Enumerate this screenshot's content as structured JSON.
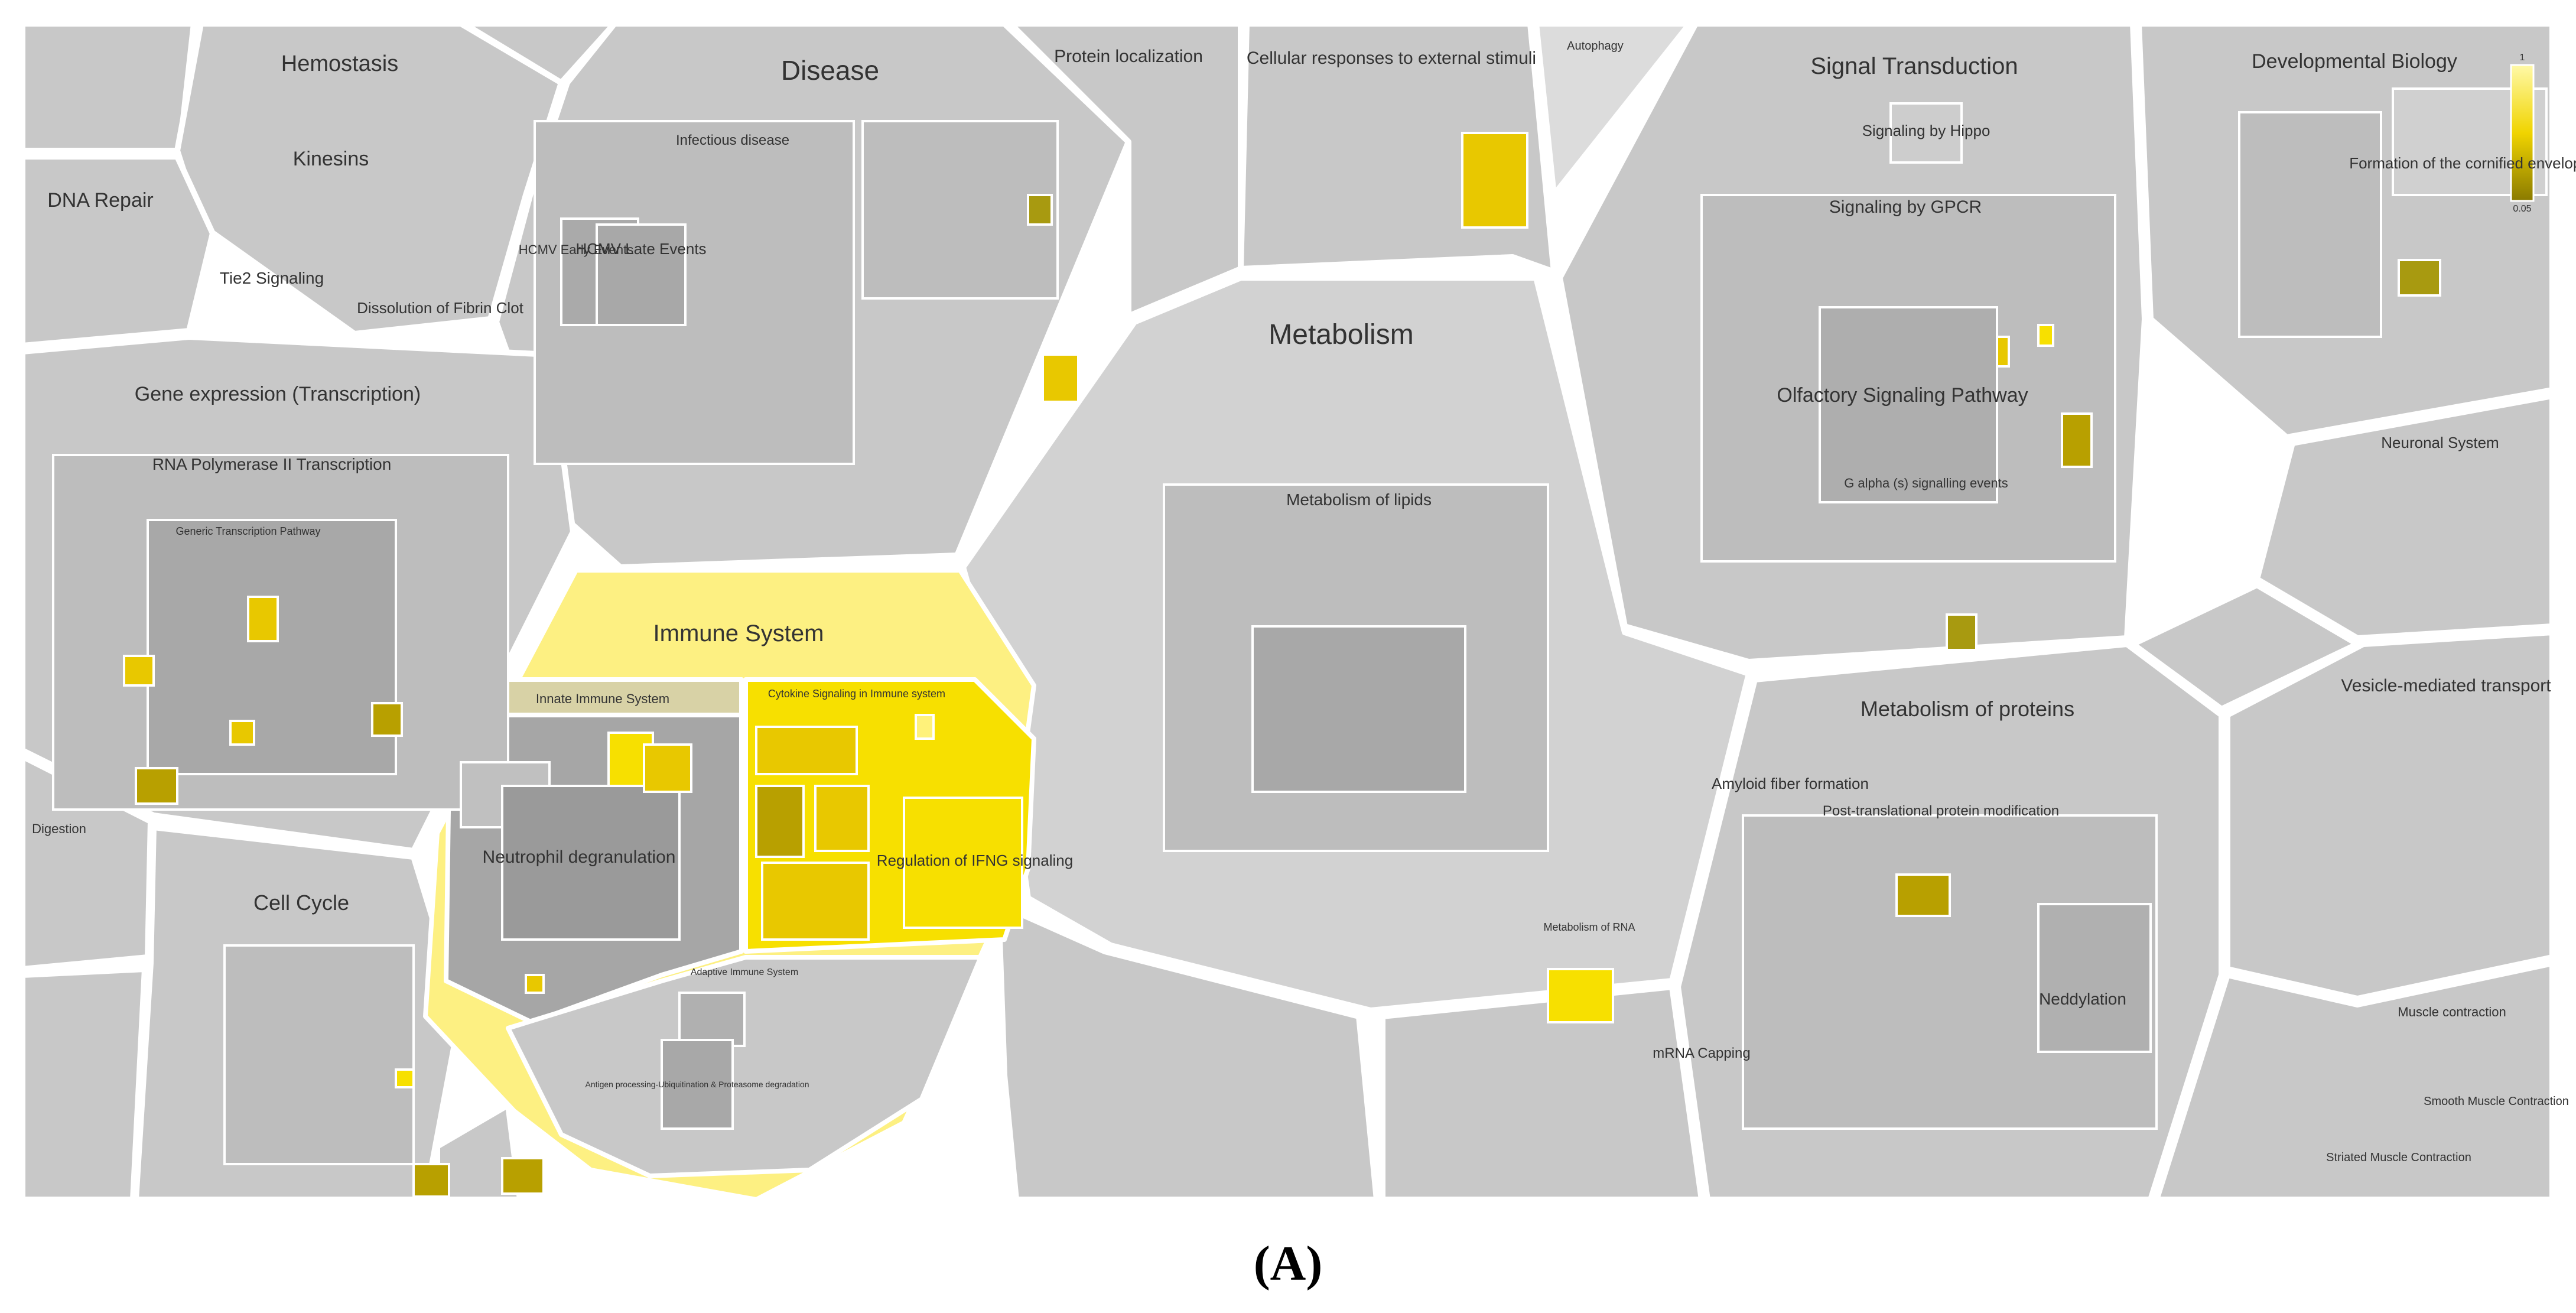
{
  "figure": {
    "caption": "(A)",
    "legend": {
      "max_label": "1",
      "min_label": "0.05"
    },
    "colors": {
      "background": "#ffffff",
      "outline": "#ffffff",
      "neutral": "#c8c8c8",
      "neutral_dark": "#a6a6a6",
      "significant_high": "#f7e000",
      "significant_mid": "#e8c800",
      "significant_low": "#b8a000",
      "immune_header": "#fdf082",
      "innate_header": "#d8d2a6"
    }
  },
  "top_level_pathways": [
    {
      "label": "Hemostasis"
    },
    {
      "label": "Disease"
    },
    {
      "label": "Protein localization"
    },
    {
      "label": "Cellular responses to external stimuli"
    },
    {
      "label": "Autophagy"
    },
    {
      "label": "Signal Transduction"
    },
    {
      "label": "Developmental Biology"
    },
    {
      "label": "DNA Repair"
    },
    {
      "label": "Gene expression (Transcription)"
    },
    {
      "label": "Metabolism"
    },
    {
      "label": "Neuronal System"
    },
    {
      "label": "Immune System"
    },
    {
      "label": "Vesicle-mediated transport"
    },
    {
      "label": "Metabolism of proteins"
    },
    {
      "label": "Cell Cycle"
    },
    {
      "label": "Digestion"
    },
    {
      "label": "Muscle contraction"
    }
  ],
  "sub_pathways": [
    {
      "label": "Kinesins"
    },
    {
      "label": "Tie2 Signaling"
    },
    {
      "label": "Dissolution of Fibrin Clot"
    },
    {
      "label": "Infectious disease"
    },
    {
      "label": "HCMV Early Events"
    },
    {
      "label": "HCMV Late Events"
    },
    {
      "label": "Signaling by Hippo"
    },
    {
      "label": "Signaling by GPCR"
    },
    {
      "label": "Olfactory Signaling Pathway"
    },
    {
      "label": "G alpha (s) signalling events"
    },
    {
      "label": "Formation of the cornified envelope"
    },
    {
      "label": "RNA Polymerase II Transcription"
    },
    {
      "label": "Generic Transcription Pathway"
    },
    {
      "label": "Metabolism of lipids"
    },
    {
      "label": "Innate Immune System"
    },
    {
      "label": "Cytokine Signaling in Immune system"
    },
    {
      "label": "Neutrophil degranulation"
    },
    {
      "label": "Regulation of IFNG signaling"
    },
    {
      "label": "Adaptive Immune System"
    },
    {
      "label": "Antigen processing-Ubiquitination & Proteasome degradation"
    },
    {
      "label": "Amyloid fiber formation"
    },
    {
      "label": "Post-translational protein modification"
    },
    {
      "label": "Neddylation"
    },
    {
      "label": "mRNA Capping"
    },
    {
      "label": "Metabolism of RNA"
    },
    {
      "label": "Smooth Muscle Contraction"
    },
    {
      "label": "Striated Muscle Contraction"
    }
  ]
}
